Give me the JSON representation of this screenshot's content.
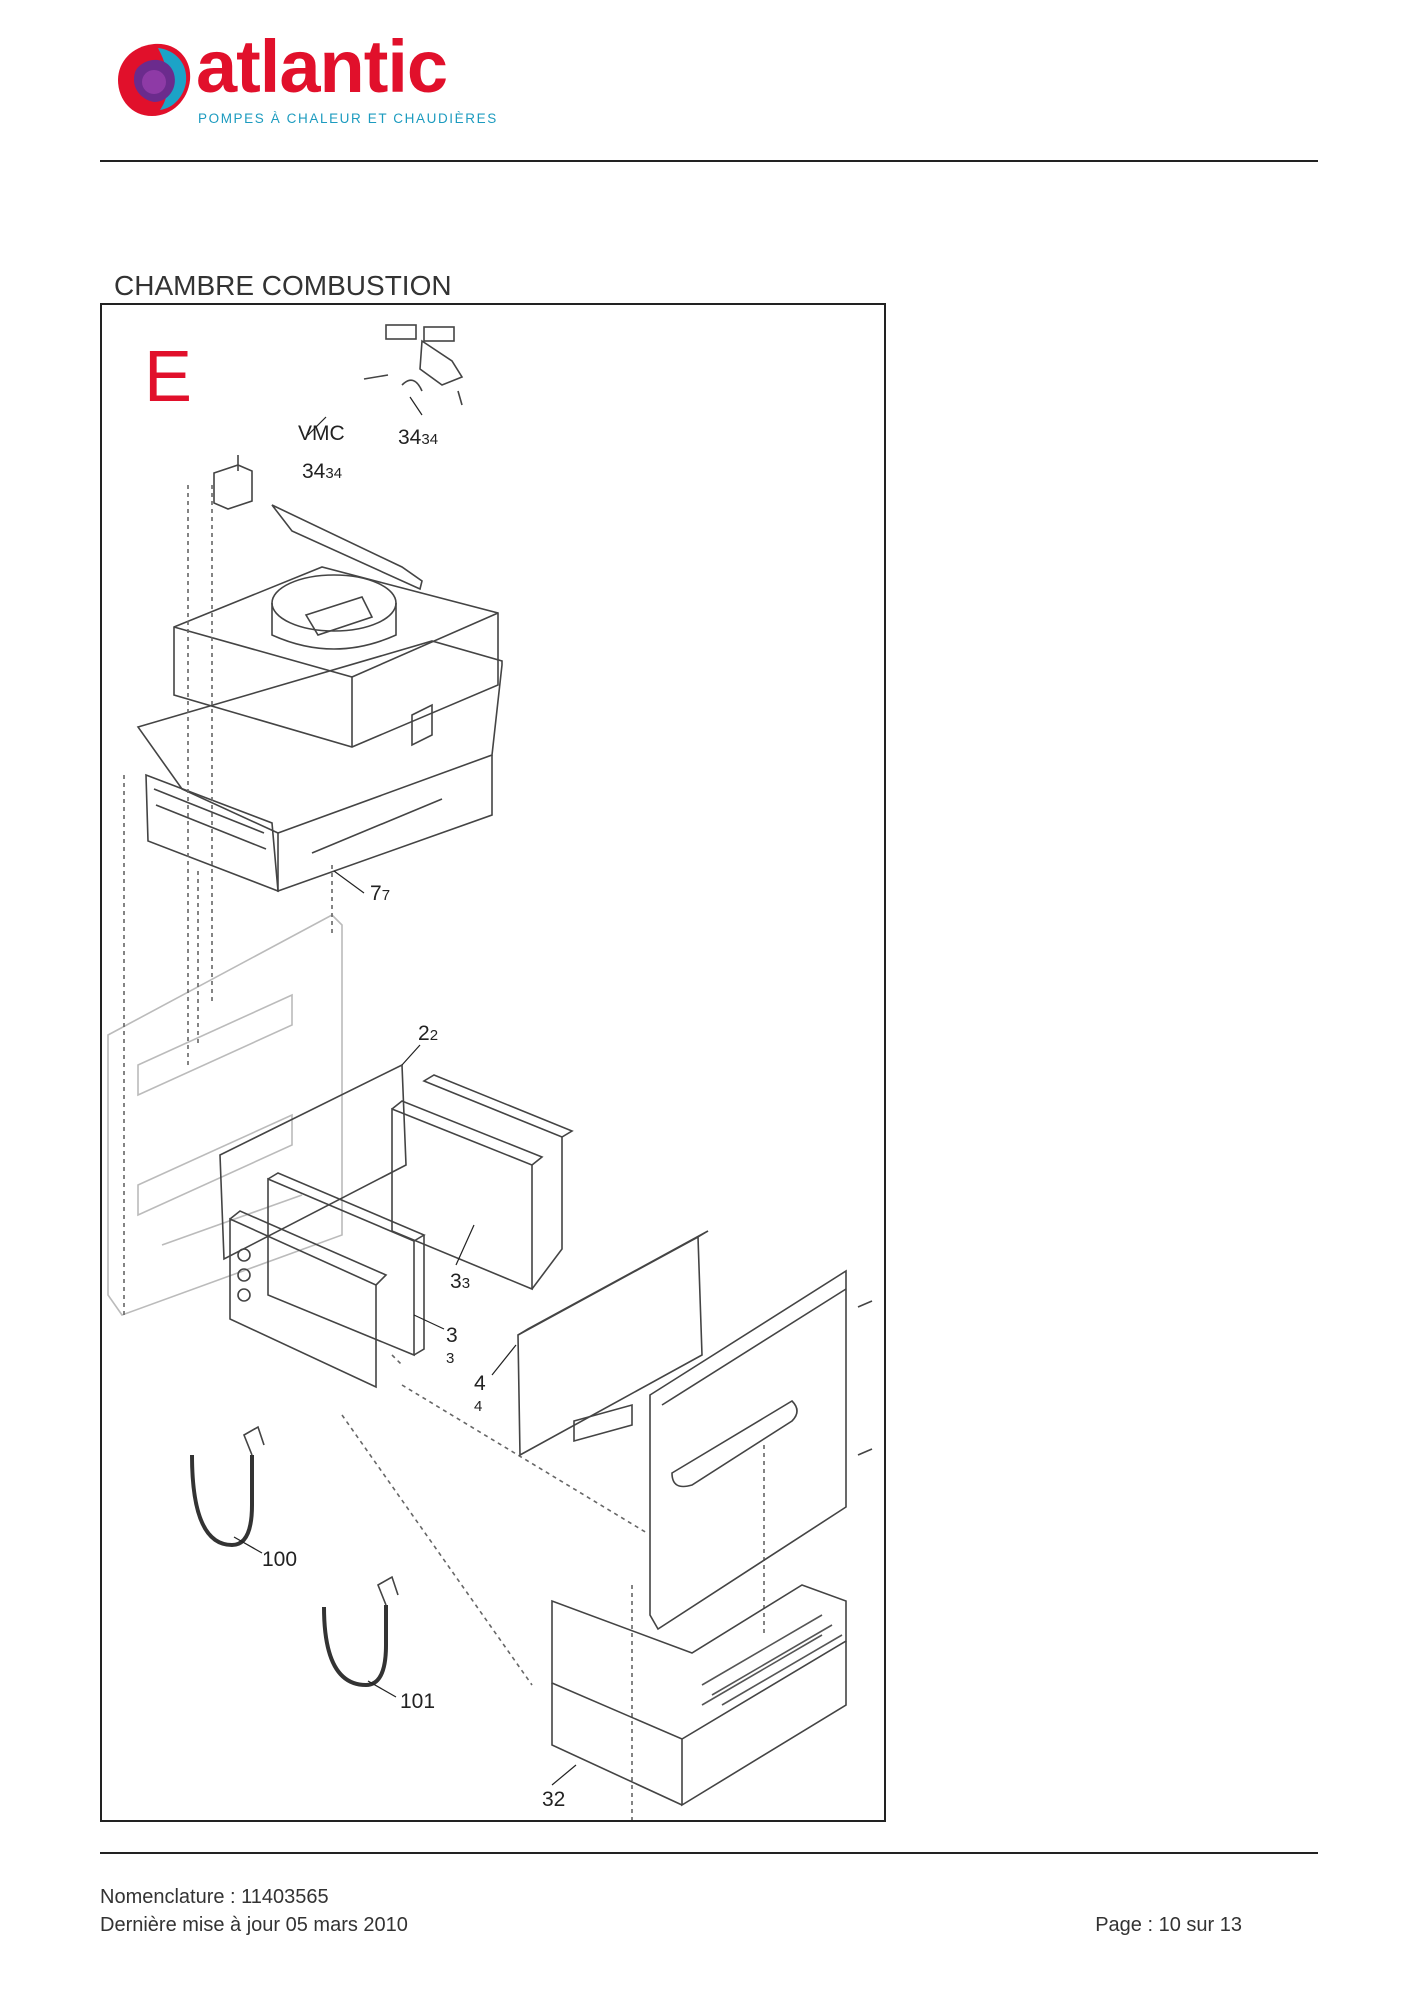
{
  "header": {
    "brand": "atlantic",
    "tagline": "POMPES À CHALEUR ET CHAUDIÈRES"
  },
  "section": {
    "title": "CHAMBRE COMBUSTION",
    "view_letter": "E"
  },
  "diagram": {
    "labels": {
      "vmc": "VMC",
      "p34_top": "34",
      "p34_top_small": "34",
      "p34_left": "34",
      "p34_left_small": "34",
      "p7": "7",
      "p7_small": "7",
      "p2": "2",
      "p2_small": "2",
      "p3_center": "3",
      "p3_center_small": "3",
      "p3_left": "3",
      "p3_left_small": "3",
      "p4": "4",
      "p4_small": "4",
      "p100": "100",
      "p101": "101",
      "p32": "32"
    }
  },
  "footer": {
    "nomenclature": "Nomenclature : 11403565",
    "updated": "Dernière mise à jour 05 mars 2010",
    "page": "Page : 10 sur 13"
  }
}
